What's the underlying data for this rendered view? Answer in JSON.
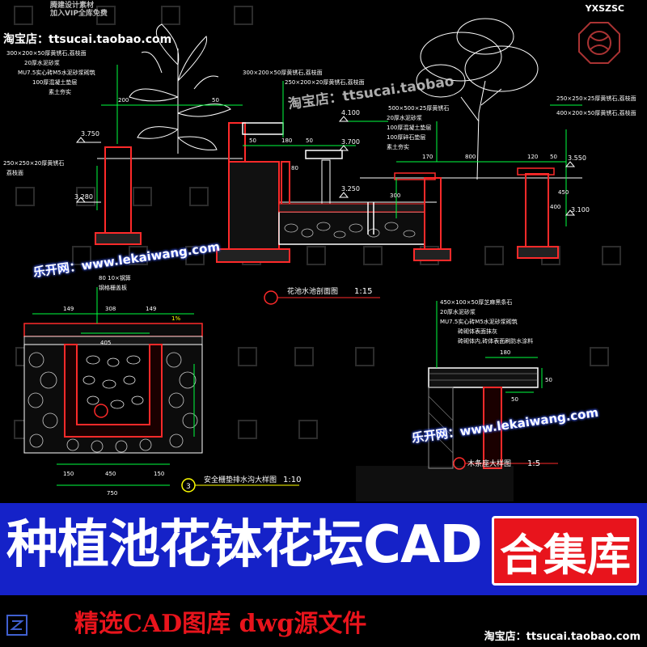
{
  "watermarks": {
    "taobao_top": "淘宝店：ttsucai.taobao.com",
    "taobao_mid": "淘宝店：ttsucai.taobao",
    "taobao_bottom": "淘宝店：ttsucai.taobao.com",
    "lekai": "乐开网：www.lekaiwang.com",
    "code": "YXSZSC",
    "stamp": "腾建设计素材\n加入VIP全库免费"
  },
  "drawing": {
    "section1": {
      "notes": [
        "300×200×50厚黄锈石,荔枝面",
        "20厚水泥砂浆",
        "MU7.5实心砖M5水泥砂浆砌筑",
        "100厚混凝土垫层",
        "素土夯实"
      ],
      "note_left": "250×250×20厚黄锈石",
      "note_left2": "荔枝面",
      "elevations": [
        "3.750",
        "3.280",
        "4.100",
        "3.700",
        "3.250",
        "3.550",
        "3.100"
      ],
      "dims": [
        "200",
        "50",
        "50",
        "180",
        "50",
        "170",
        "800",
        "120",
        "50",
        "400",
        "450",
        "300",
        "80"
      ],
      "notes_mid": [
        "300×200×50厚黄锈石,荔枝面",
        "250×200×20厚黄锈石,荔枝面"
      ],
      "notes_right": [
        "500×500×25厚黄锈石",
        "20厚水泥砂浆",
        "100厚混凝土垫层",
        "100厚碎石垫层",
        "素土夯实"
      ],
      "notes_far_right": [
        "250×250×25厚黄锈石,荔枝面",
        "400×200×50厚黄锈石,荔枝面"
      ],
      "caption": "花池水池剖面图",
      "scale": "1:15"
    },
    "section2": {
      "dims_top": [
        "149",
        "308",
        "149"
      ],
      "note_top": "80  10×钢箅",
      "note_top2": "钢格栅盖板",
      "slope": "1%",
      "dims_inner": [
        "405"
      ],
      "dims_bottom": [
        "150",
        "450",
        "150"
      ],
      "total": "750",
      "number": "3",
      "caption": "安全栅垫排水沟大样图",
      "scale": "1:10"
    },
    "section3": {
      "notes": [
        "450×100×50厚芝麻黑条石",
        "20厚水泥砂浆",
        "MU7.5实心砖M5水泥砂浆砌筑",
        "砖砌体表面抹灰",
        "砖砌体内,砖体表面刷防水涂料"
      ],
      "dims": [
        "180",
        "50",
        "50"
      ],
      "caption": "木条座大样图",
      "scale": "1:5"
    }
  },
  "banner": {
    "title": "种植池花钵花坛CAD",
    "badge": "合集库",
    "subtitle": "精选CAD图库  dwg源文件"
  },
  "colors": {
    "banner_bg": "#1522c8",
    "badge_bg": "#e8141c",
    "subtitle": "#e8141c",
    "cad_red": "#ff2a2a",
    "cad_green": "#00ff40",
    "cad_white": "#ffffff",
    "cad_yellow": "#ffff00"
  }
}
